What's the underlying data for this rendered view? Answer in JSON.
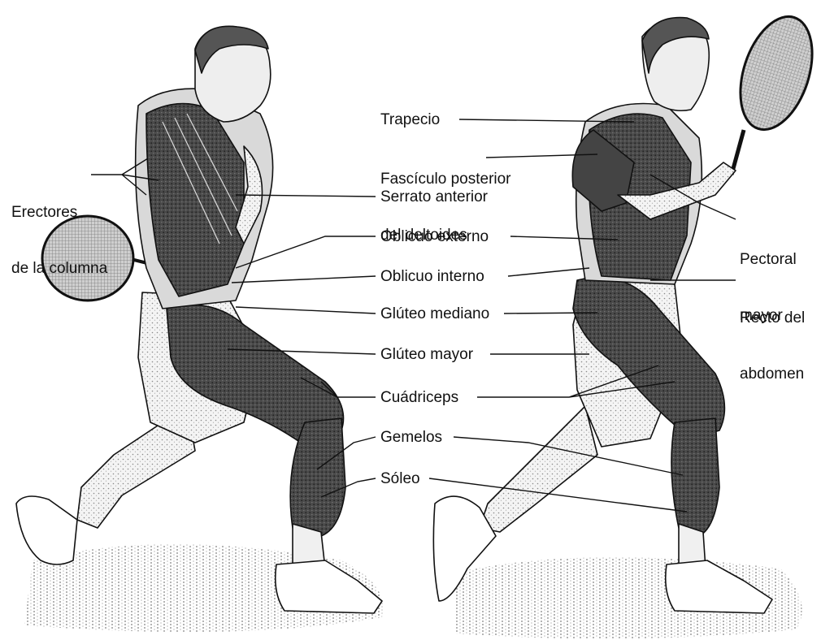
{
  "labels": {
    "erectores_line1": "Erectores",
    "erectores_line2": "de la columna",
    "trapecio": "Trapecio",
    "deltoides_line1": "Fascículo posterior",
    "deltoides_line2": "del deltoides",
    "serrato": "Serrato anterior",
    "oblicuo_externo": "Oblicuo externo",
    "oblicuo_interno": "Oblicuo interno",
    "gluteo_mediano": "Glúteo mediano",
    "gluteo_mayor": "Glúteo mayor",
    "cuadriceps": "Cuádriceps",
    "gemelos": "Gemelos",
    "soleo": "Sóleo",
    "pectoral_line1": "Pectoral",
    "pectoral_line2": "mayor",
    "recto_line1": "Recto del",
    "recto_line2": "abdomen"
  },
  "colors": {
    "ink": "#111111",
    "muscle_dark": "#3a3a3a",
    "muscle_mid": "#6b6b6b",
    "skin_light": "#e6e6e6",
    "cloth": "#f2f2f2",
    "ground": "#9a9a9a"
  }
}
